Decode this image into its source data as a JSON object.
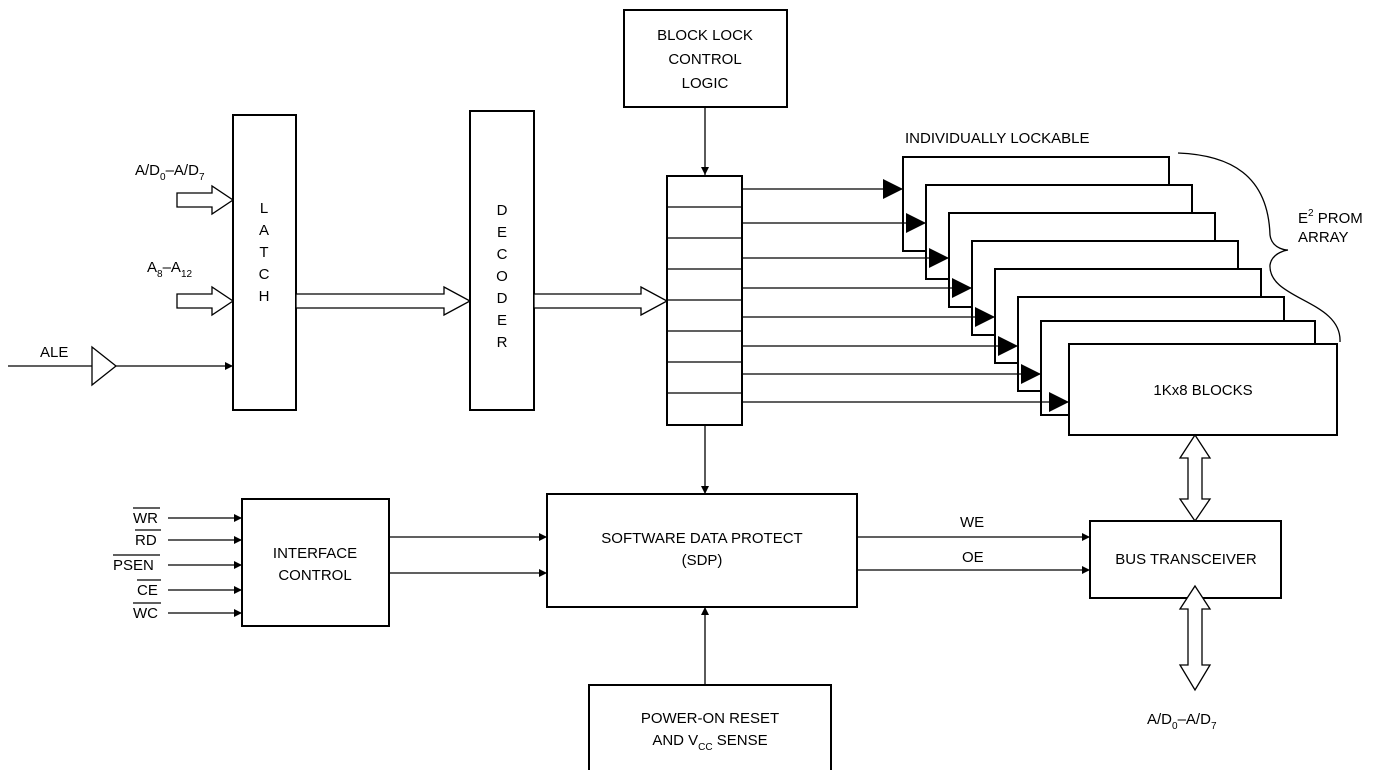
{
  "blocks": {
    "block_lock": [
      "BLOCK LOCK",
      "CONTROL",
      "LOGIC"
    ],
    "latch": [
      "L",
      "A",
      "T",
      "C",
      "H"
    ],
    "decoder": [
      "D",
      "E",
      "C",
      "O",
      "D",
      "E",
      "R"
    ],
    "array_caption": "INDIVIDUALLY LOCKABLE",
    "array_label": "1Kx8 BLOCKS",
    "eeprom_array": {
      "e": "E",
      "sup": "2",
      "prom": " PROM",
      "array": "ARRAY"
    },
    "interface_control": [
      "INTERFACE",
      "CONTROL"
    ],
    "sdp": [
      "SOFTWARE DATA PROTECT",
      "(SDP)"
    ],
    "bus_transceiver": "BUS TRANSCEIVER",
    "power_on": {
      "line1": "POWER-ON RESET",
      "line2_prefix": "AND V",
      "line2_sub": "CC",
      "line2_suffix": " SENSE"
    }
  },
  "signals": {
    "ad_in": {
      "a": "A/D",
      "s1": "0",
      "mid": "–A/D",
      "s2": "7"
    },
    "addr_hi": {
      "a": "A",
      "s1": "8",
      "mid": "–A",
      "s2": "12"
    },
    "ale": "ALE",
    "ctrl_inputs": [
      "WR",
      "RD",
      "PSEN",
      "CE",
      "WC"
    ],
    "we": "WE",
    "oe": "OE",
    "ad_out": {
      "a": "A/D",
      "s1": "0",
      "mid": "–A/D",
      "s2": "7"
    }
  }
}
